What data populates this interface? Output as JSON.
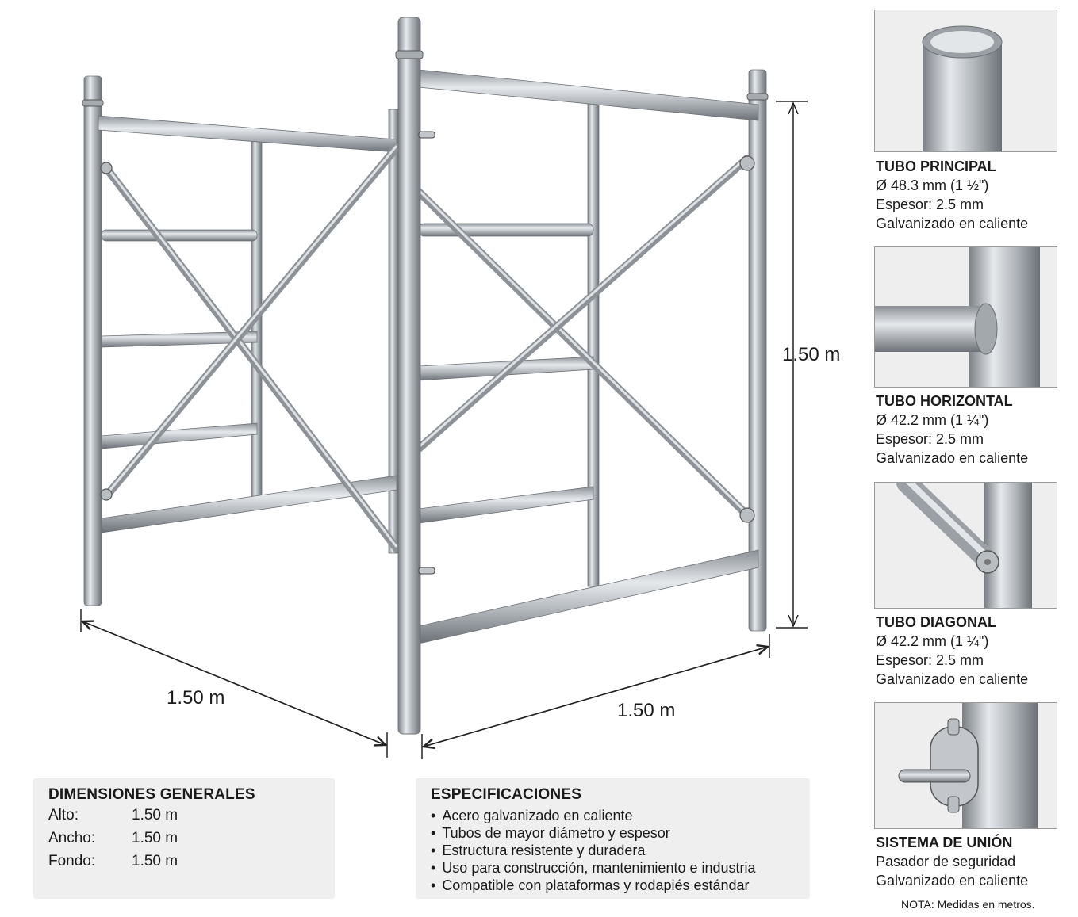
{
  "dimensions_labels": {
    "height": "1.50 m",
    "width_left": "1.50 m",
    "width_right": "1.50 m"
  },
  "details": [
    {
      "title": "TUBO PRINCIPAL",
      "lines": [
        "Ø 48.3 mm (1 ½\")",
        "Espesor: 2.5 mm",
        "Galvanizado en caliente"
      ]
    },
    {
      "title": "TUBO HORIZONTAL",
      "lines": [
        "Ø 42.2 mm (1 ¼\")",
        "Espesor: 2.5 mm",
        "Galvanizado en caliente"
      ]
    },
    {
      "title": "TUBO DIAGONAL",
      "lines": [
        "Ø 42.2 mm (1 ¼\")",
        "Espesor: 2.5 mm",
        "Galvanizado en caliente"
      ]
    },
    {
      "title": "SISTEMA DE UNIÓN",
      "lines": [
        "Pasador de seguridad",
        "Galvanizado en caliente"
      ]
    }
  ],
  "general_dimensions": {
    "title": "DIMENSIONES GENERALES",
    "rows": [
      {
        "label": "Alto:",
        "value": "1.50 m"
      },
      {
        "label": "Ancho:",
        "value": "1.50 m"
      },
      {
        "label": "Fondo:",
        "value": "1.50 m"
      }
    ]
  },
  "specifications": {
    "title": "ESPECIFICACIONES",
    "items": [
      "Acero galvanizado en caliente",
      "Tubos de mayor diámetro y espesor",
      "Estructura resistente y duradera",
      "Uso para construcción, mantenimiento e industria",
      "Compatible con plataformas y rodapiés estándar"
    ]
  },
  "note": "NOTA: Medidas en metros.",
  "colors": {
    "steel_light": "#e2e5e8",
    "steel_mid": "#a9aeb3",
    "steel_dark": "#6c7177",
    "line": "#222222"
  }
}
